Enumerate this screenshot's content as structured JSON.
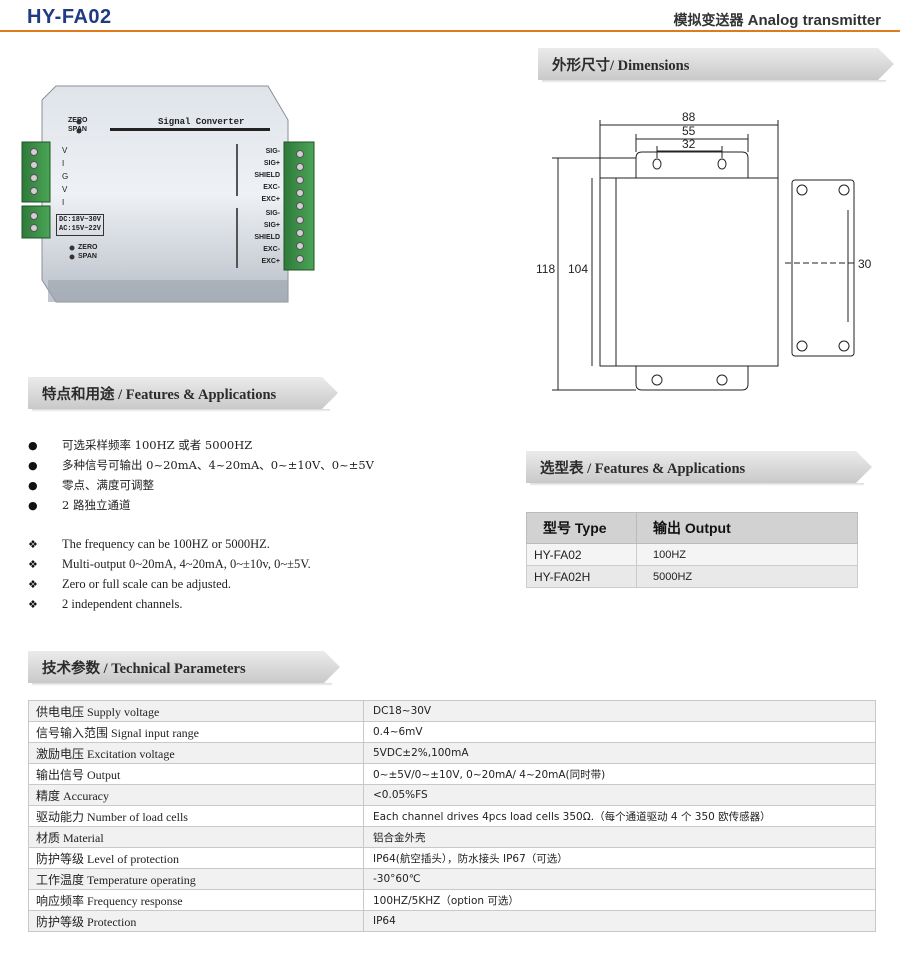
{
  "header": {
    "model": "HY-FA02",
    "product_cn": "模拟变送器",
    "product_en": "Analog transmitter",
    "accent_color": "#e07a1a",
    "model_color": "#1f3b82"
  },
  "device": {
    "top_labels": [
      "ZERO",
      "SPAN"
    ],
    "title": "Signal Converter",
    "left_labels": [
      "V",
      "I",
      "G",
      "V",
      "I"
    ],
    "power_text": [
      "DC:18V~30V",
      "AC:15V~22V"
    ],
    "bottom_labels": [
      "ZERO",
      "SPAN"
    ],
    "ch1_labels": [
      "SIG-",
      "SIG+",
      "SHIELD",
      "EXC-",
      "EXC+"
    ],
    "ch2_labels": [
      "SIG-",
      "SIG+",
      "SHIELD",
      "EXC-",
      "EXC+"
    ]
  },
  "sections": {
    "dimensions": "外形尺寸/ Dimensions",
    "features": "特点和用途 / Features & Applications",
    "selection": "选型表 / Features & Applications",
    "parameters": "技术参数 / Technical Parameters"
  },
  "dimensions": {
    "w88": "88",
    "w55": "55",
    "w32": "32",
    "h118": "118",
    "h104": "104",
    "d30": "30"
  },
  "features_cn": [
    "可选采样频率 100HZ 或者 5000HZ",
    "多种信号可输出 0~20mA、4~20mA、0~±10V、0~±5V",
    "零点、满度可调整",
    "2 路独立通道"
  ],
  "features_en": [
    "The frequency can be 100HZ or 5000HZ.",
    "Multi-output 0~20mA, 4~20mA, 0~±10v, 0~±5V.",
    "Zero or full scale can be adjusted.",
    "2 independent channels."
  ],
  "model_table": {
    "headers": [
      "型号 Type",
      "输出 Output"
    ],
    "rows": [
      [
        "HY-FA02",
        "100HZ"
      ],
      [
        "HY-FA02H",
        "5000HZ"
      ]
    ]
  },
  "params": [
    [
      "供电电压 Supply voltage",
      "DC18~30V"
    ],
    [
      "信号输入范围 Signal input range",
      "0.4~6mV"
    ],
    [
      "激励电压 Excitation voltage",
      "5VDC±2%,100mA"
    ],
    [
      "输出信号 Output",
      "0~±5V/0~±10V, 0~20mA/ 4~20mA(同时带)"
    ],
    [
      "精度 Accuracy",
      "<0.05%FS"
    ],
    [
      " 驱动能力  Number of load cells",
      "Each channel drives 4pcs load cells 350Ω.（每个通道驱动 4 个 350 欧传感器）"
    ],
    [
      "材质 Material",
      "铝合金外壳"
    ],
    [
      "防护等级 Level of protection",
      "IP64(航空插头），防水接头 IP67（可选）"
    ],
    [
      "工作温度 Temperature operating",
      "-30°60℃"
    ],
    [
      " 响应频率 Frequency response",
      "100HZ/5KHZ（option 可选）"
    ],
    [
      "防护等级 Protection",
      "IP64"
    ]
  ]
}
